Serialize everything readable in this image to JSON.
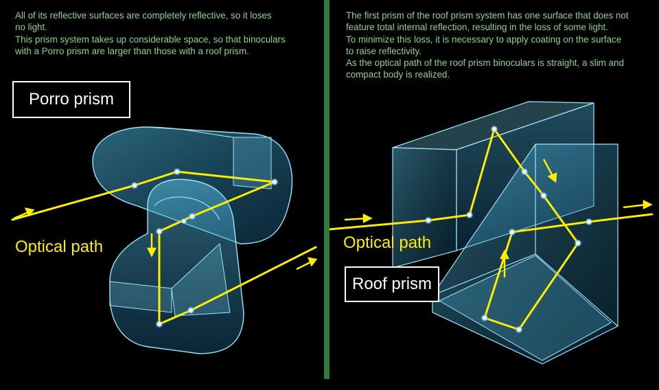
{
  "porro": {
    "description": [
      "All of its reflective surfaces are completely reflective, so it loses",
      "no light.",
      "This prism system takes up considerable space, so that binoculars",
      "with a Porro prism are larger than those with a roof prism."
    ],
    "title": "Porro prism",
    "optical_label": "Optical path"
  },
  "roof": {
    "description": [
      "The first prism of the roof prism system has one surface that does not",
      "feature total internal reflection, resulting in the loss of some light.",
      "To minimize this loss, it is necessary to apply coating on the surface",
      "to raise reflectivity.",
      "As the optical path of the roof prism binoculars is straight, a slim and",
      "compact body is realized."
    ],
    "title": "Roof prism",
    "optical_label": "Optical path"
  },
  "colors": {
    "background": "#000000",
    "description_text": "#8fd18f",
    "divider": "#2f7d3a",
    "optical_path": "#ffee00",
    "prism_glass": "#4fb8e0",
    "prism_edge": "#9ee6ff"
  }
}
